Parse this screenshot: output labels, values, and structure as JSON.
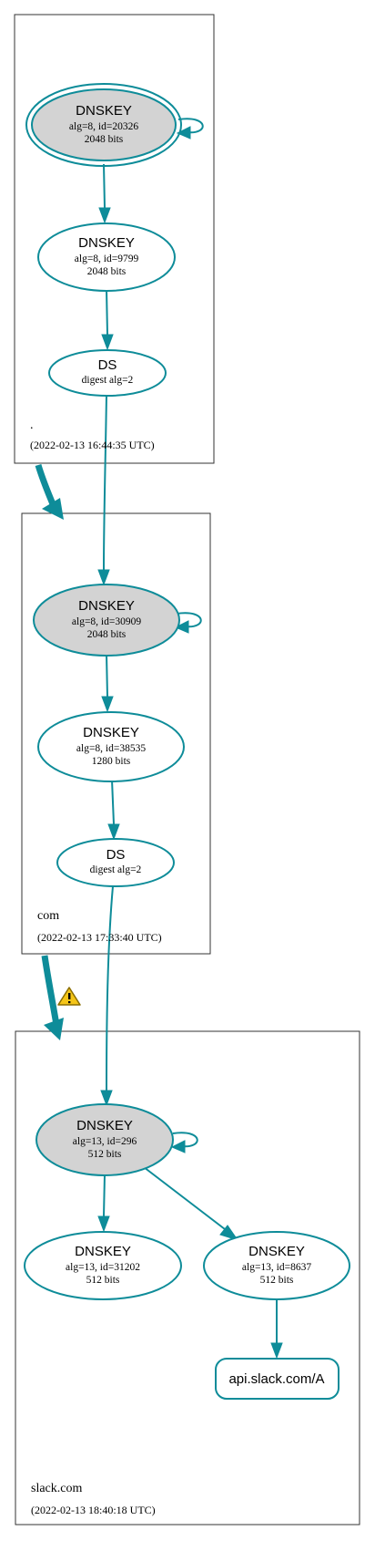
{
  "colors": {
    "edge": "#0e8c99",
    "sep_fill": "#d3d3d3",
    "node_fill": "#ffffff",
    "warning_fill": "#f5c518"
  },
  "zones": [
    {
      "name": ".",
      "timestamp": "(2022-02-13 16:44:35 UTC)"
    },
    {
      "name": "com",
      "timestamp": "(2022-02-13 17:33:40 UTC)"
    },
    {
      "name": "slack.com",
      "timestamp": "(2022-02-13 18:40:18 UTC)"
    }
  ],
  "nodes": {
    "root_ksk": {
      "title": "DNSKEY",
      "line1": "alg=8, id=20326",
      "line2": "2048 bits"
    },
    "root_zsk": {
      "title": "DNSKEY",
      "line1": "alg=8, id=9799",
      "line2": "2048 bits"
    },
    "root_ds": {
      "title": "DS",
      "line1": "digest alg=2"
    },
    "com_ksk": {
      "title": "DNSKEY",
      "line1": "alg=8, id=30909",
      "line2": "2048 bits"
    },
    "com_zsk": {
      "title": "DNSKEY",
      "line1": "alg=8, id=38535",
      "line2": "1280 bits"
    },
    "com_ds": {
      "title": "DS",
      "line1": "digest alg=2"
    },
    "slack_ksk": {
      "title": "DNSKEY",
      "line1": "alg=13, id=296",
      "line2": "512 bits"
    },
    "slack_k1": {
      "title": "DNSKEY",
      "line1": "alg=13, id=31202",
      "line2": "512 bits"
    },
    "slack_k2": {
      "title": "DNSKEY",
      "line1": "alg=13, id=8637",
      "line2": "512 bits"
    },
    "rrset": {
      "label": "api.slack.com/A"
    }
  },
  "icons": {
    "warning": "warning-icon"
  }
}
